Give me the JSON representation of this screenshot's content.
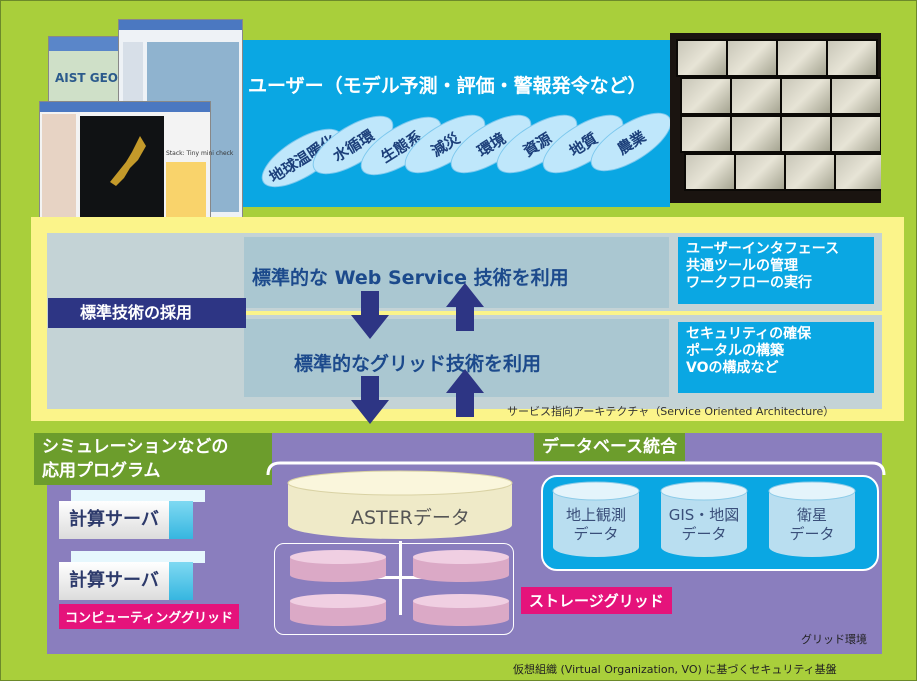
{
  "user_band": {
    "title": "ユーザー（モデル予測・評価・警報発令など）",
    "domains": [
      "地球温暖化",
      "水循環",
      "生態系",
      "減災",
      "環境",
      "資源",
      "地質",
      "農業"
    ]
  },
  "screenshot_text": {
    "brand": "AIST GEO G",
    "caption": "Stack: Tiny mini check"
  },
  "soa": {
    "web_service_heading": "標準的な Web Service 技術を利用",
    "grid_heading": "標準的なグリッド技術を利用",
    "web_service_box": [
      "ユーザーインタフェース",
      "共通ツールの管理",
      "ワークフローの実行"
    ],
    "grid_box": [
      "セキュリティの確保",
      "ポータルの構築",
      "VOの構成など"
    ],
    "standard_tech_label": "標準技術の採用",
    "architecture_caption": "サービス指向アーキテクチャ（Service Oriented Architecture）"
  },
  "grid_env": {
    "app_label_lines": [
      "シミュレーションなどの",
      "応用プログラム"
    ],
    "server_labels": [
      "計算サーバ",
      "計算サーバ"
    ],
    "computing_grid_label": "コンピューティンググリッド",
    "database_label": "データベース統合",
    "aster_label": "ASTERデータ",
    "storage_grid_label": "ストレージグリッド",
    "db_cylinders": [
      {
        "line1": "地上観測",
        "line2": "データ"
      },
      {
        "line1": "GIS・地図",
        "line2": "データ"
      },
      {
        "line1": "衛星",
        "line2": "データ"
      }
    ],
    "grid_env_caption": "グリッド環境"
  },
  "footer_caption": "仮想組織 (Virtual Organization, VO) に基づくセキュリティ基盤",
  "colors": {
    "outer": "#a9cf3b",
    "user_band": "#0aa7e3",
    "soa_band": "#fbf48a",
    "grid_band": "#8a7ebe",
    "navy": "#2d3584",
    "magenta": "#e5137b",
    "green_label": "#6c9d2c"
  }
}
